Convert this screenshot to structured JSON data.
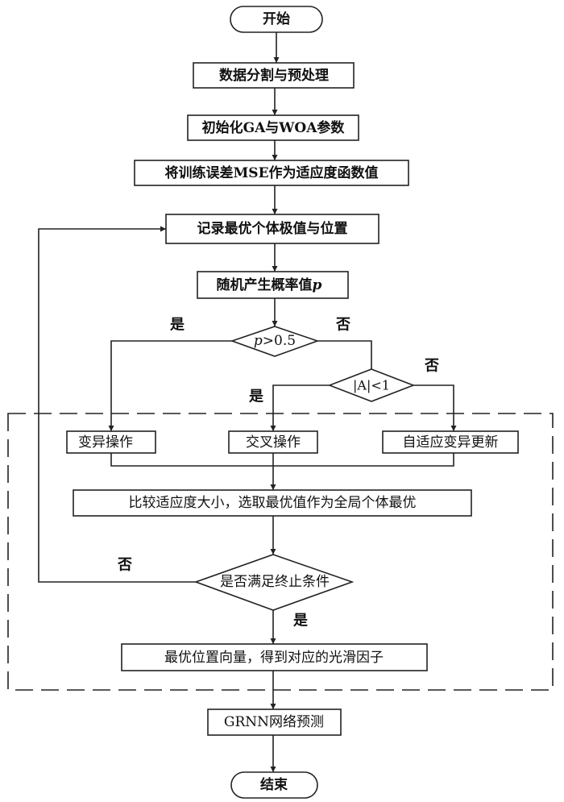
{
  "diagram": {
    "type": "flowchart",
    "nodes": {
      "start": "开始",
      "preprocess": "数据分割与预处理",
      "init": "初始化GA与WOA参数",
      "fitness": "将训练误差MSE作为适应度函数值",
      "record": "记录最优个体极值与位置",
      "random_p": "随机产生概率值",
      "random_p_var": "p",
      "decision_p_var": "p",
      "decision_p_rest": ">0.5",
      "decision_a": "|A|<1",
      "mutation": "变异操作",
      "crossover": "交叉操作",
      "adaptive": "自适应变异更新",
      "compare": "比较适应度大小，选取最优值作为全局个体最优",
      "terminate": "是否满足终止条件",
      "best_vector": "最优位置向量，得到对应的光滑因子",
      "grnn": "GRNN网络预测",
      "end": "结束"
    },
    "labels": {
      "p_yes": "是",
      "p_no": "否",
      "a_yes": "是",
      "a_no": "否",
      "term_no": "否",
      "term_yes": "是"
    }
  }
}
